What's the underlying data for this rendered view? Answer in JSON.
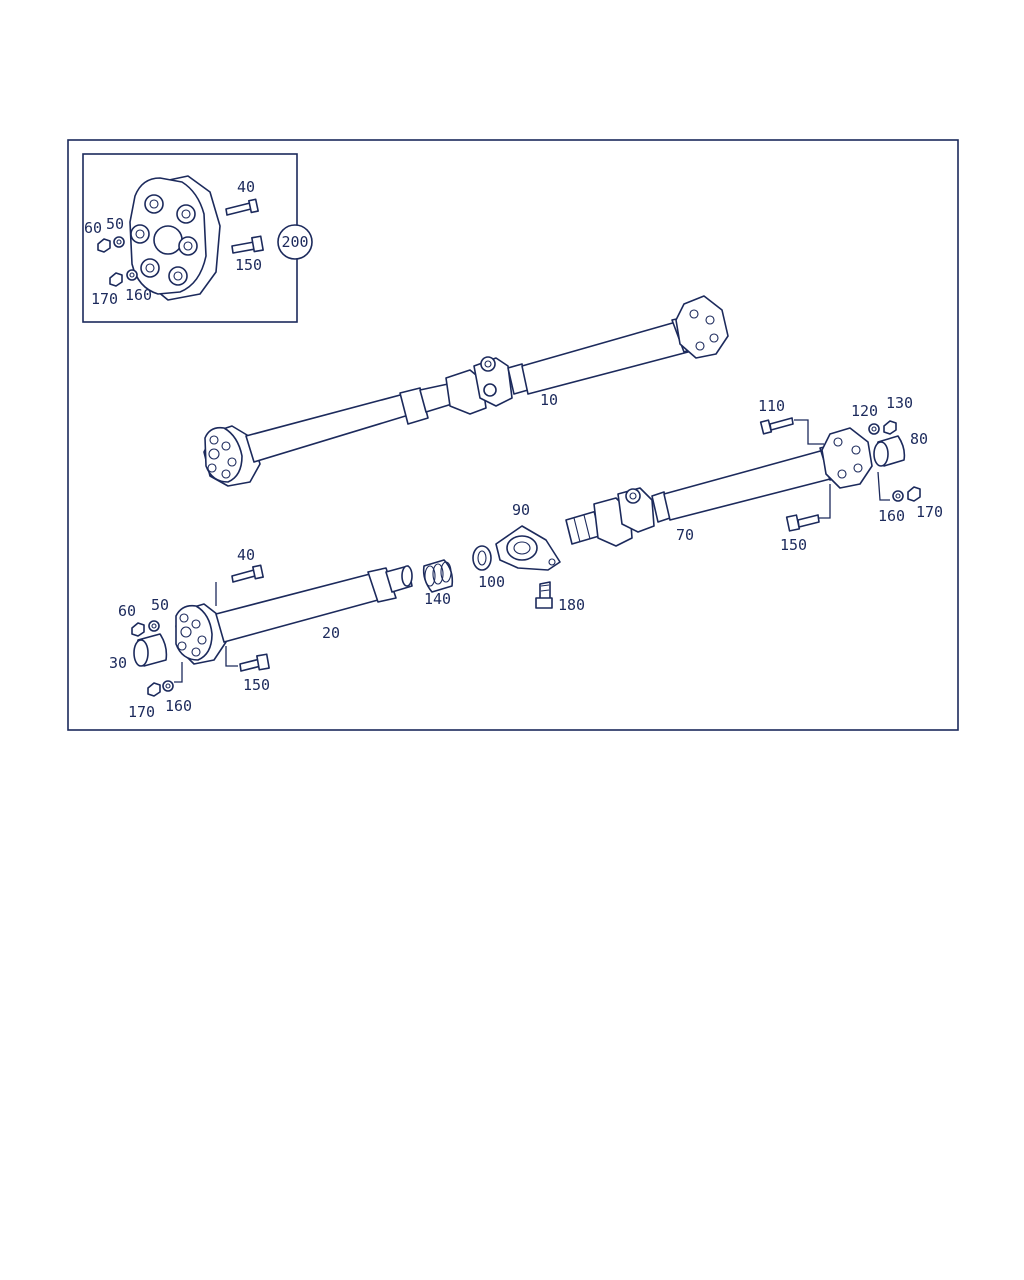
{
  "colors": {
    "ink": "#1c2a5c",
    "background": "#ffffff"
  },
  "inset": {
    "callout": "200",
    "labels": {
      "p40": "40",
      "p50": "50",
      "p60": "60",
      "p150": "150",
      "p160": "160",
      "p170": "170"
    }
  },
  "front_shaft": {
    "label": "10"
  },
  "rear_shaft": {
    "labels": {
      "p70": "70",
      "p80": "80",
      "p110": "110",
      "p120": "120",
      "p130": "130",
      "p150": "150",
      "p160": "160",
      "p170": "170"
    }
  },
  "center": {
    "labels": {
      "p90": "90",
      "p100": "100",
      "p140": "140",
      "p180": "180"
    }
  },
  "lower_shaft": {
    "labels": {
      "p20": "20",
      "p30": "30",
      "p40": "40",
      "p50": "50",
      "p60": "60",
      "p150": "150",
      "p160": "160",
      "p170": "170"
    }
  }
}
